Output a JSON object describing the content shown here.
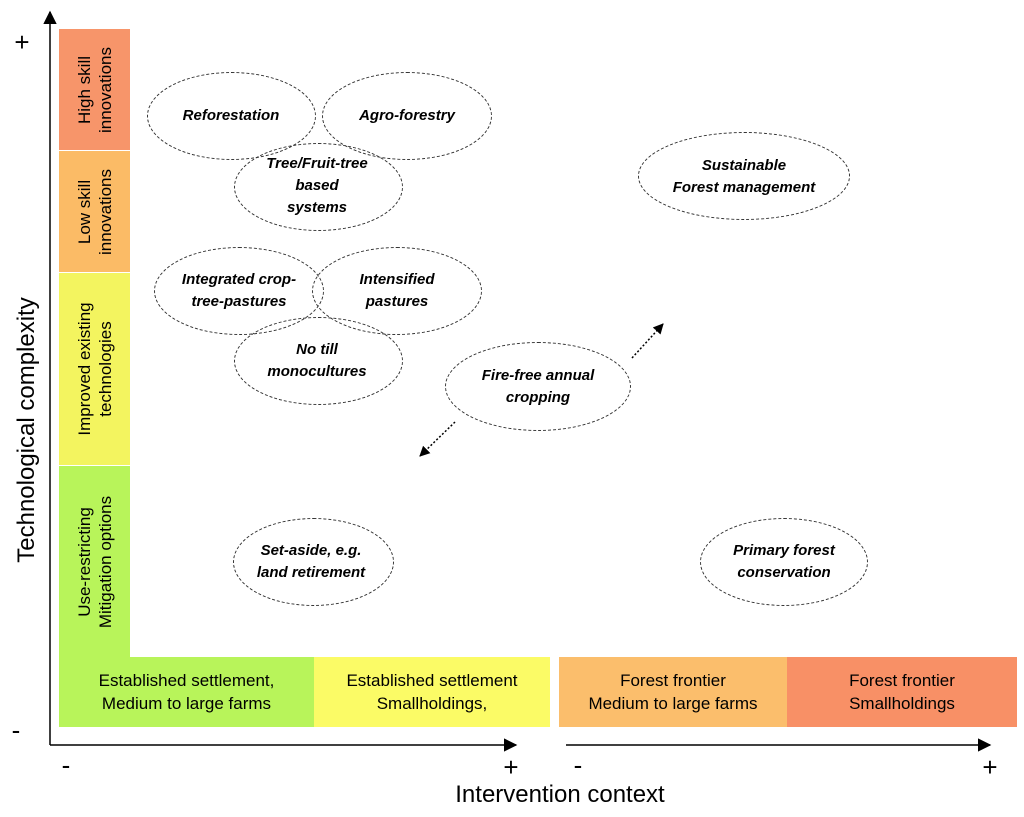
{
  "axes": {
    "y_label": "Technological complexity",
    "x_label": "Intervention context",
    "y_plus": "+",
    "y_minus": "-",
    "x_left_minus": "-",
    "x_left_plus": "+",
    "x_right_minus": "-",
    "x_right_plus": "+"
  },
  "vertical_bands": [
    {
      "lines": [
        "High skill",
        "innovations"
      ],
      "color": "#f7956a"
    },
    {
      "lines": [
        "Low skill",
        "innovations"
      ],
      "color": "#fbbb66"
    },
    {
      "lines": [
        "Improved existing",
        "technologies"
      ],
      "color": "#f3f45f"
    },
    {
      "lines": [
        "Use-restricting",
        "Mitigation options"
      ],
      "color": "#b8f45a"
    }
  ],
  "horizontal_bands": [
    {
      "lines": [
        "Established settlement,",
        "Medium to large farms"
      ],
      "color": "#b8f45a"
    },
    {
      "lines": [
        "Established settlement",
        "Smallholdings,"
      ],
      "color": "#fbfb66"
    },
    {
      "lines": [
        "Forest frontier",
        "Medium to large farms"
      ],
      "color": "#fbbe6c"
    },
    {
      "lines": [
        "Forest frontier",
        "Smallholdings"
      ],
      "color": "#f89066"
    }
  ],
  "options": [
    {
      "lines": [
        "Reforestation"
      ]
    },
    {
      "lines": [
        "Agro-forestry"
      ]
    },
    {
      "lines": [
        "Tree/Fruit-tree",
        "based",
        "systems"
      ]
    },
    {
      "lines": [
        "Sustainable",
        "Forest management"
      ]
    },
    {
      "lines": [
        "Integrated crop-",
        "tree-pastures"
      ]
    },
    {
      "lines": [
        "Intensified",
        "pastures"
      ]
    },
    {
      "lines": [
        "No till",
        "monocultures"
      ]
    },
    {
      "lines": [
        "Fire-free annual",
        "cropping"
      ]
    },
    {
      "lines": [
        "Set-aside, e.g.",
        "land retirement"
      ]
    },
    {
      "lines": [
        "Primary forest",
        "conservation"
      ]
    }
  ]
}
